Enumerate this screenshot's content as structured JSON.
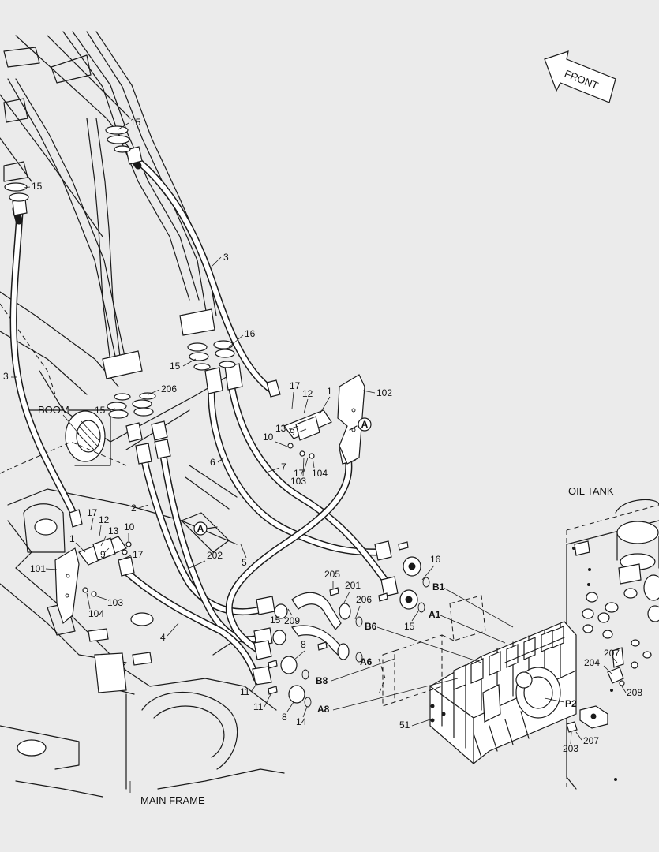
{
  "diagram": {
    "arrow_label": "FRONT",
    "region_labels": {
      "boom": "BOOM",
      "oil_tank": "OIL TANK",
      "main_frame": "MAIN FRAME"
    },
    "view_marker": "A",
    "port_labels": [
      "B1",
      "A1",
      "B6",
      "A6",
      "B8",
      "A8",
      "P2"
    ],
    "callouts": [
      "15",
      "15",
      "15",
      "15",
      "15",
      "3",
      "3",
      "16",
      "16",
      "206",
      "206",
      "17",
      "17",
      "17",
      "12",
      "12",
      "1",
      "1",
      "102",
      "101",
      "13",
      "13",
      "10",
      "10",
      "9",
      "9",
      "103",
      "103",
      "104",
      "104",
      "6",
      "7",
      "2",
      "202",
      "5",
      "4",
      "205",
      "201",
      "209",
      "8",
      "8",
      "11",
      "11",
      "14",
      "51",
      "204",
      "207",
      "207",
      "208",
      "203"
    ]
  }
}
